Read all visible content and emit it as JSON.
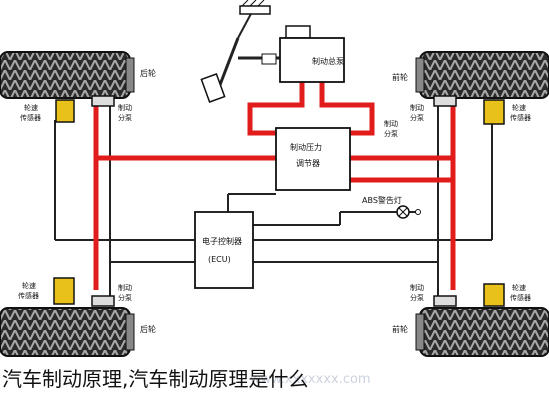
{
  "caption": "汽车制动原理,汽车制动原理是什么",
  "watermark": "www.xxxxxxx.com",
  "labels": {
    "left_rear_wheel": "后轮",
    "right_front_wheel": "前轮",
    "left_front_wheel": "后轮",
    "right_rear_wheel": "前轮",
    "brake_master_cylinder": "制动总泵",
    "brake_pressure_regulator": "制动压力调节器",
    "ecu": "电子控制器",
    "ecu_abbrev": "(ECU)",
    "abs_warning_light": "ABS警告灯",
    "wheel_speed_sensor": "轮速传感器",
    "brake_cylinder": "制动分泵"
  },
  "colors": {
    "brake_line": "#e21b1b",
    "wire": "#222222",
    "sensor": "#e8c21a",
    "tire": "#2b2b2b",
    "tread": "#9a9a9a"
  }
}
